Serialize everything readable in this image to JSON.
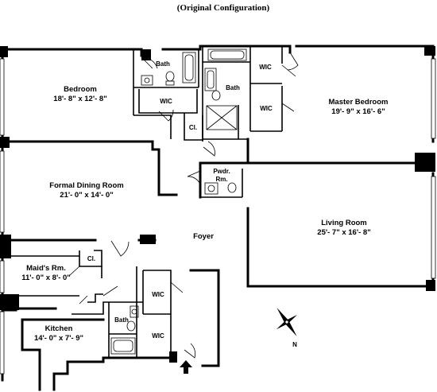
{
  "title": "(Original Configuration)",
  "rooms": {
    "bedroom": {
      "name": "Bedroom",
      "dims": "18'- 8\" x 12'- 8\""
    },
    "master_bedroom": {
      "name": "Master Bedroom",
      "dims": "19'- 9\" x 16'- 6\""
    },
    "dining": {
      "name": "Formal Dining Room",
      "dims": "21'- 0\" x 14'- 0\""
    },
    "living": {
      "name": "Living Room",
      "dims": "25'- 7\" x 16'- 8\""
    },
    "maids": {
      "name": "Maid's Rm.",
      "dims": "11'- 0\" x 8'- 0\""
    },
    "kitchen": {
      "name": "Kitchen",
      "dims": "14'- 0\" x 7'- 9\""
    }
  },
  "small_labels": {
    "bath_bedroom": "Bath",
    "wic_bedroom": "WIC",
    "closet_bedroom": "Cl.",
    "bath_master": "Bath",
    "wic_master_top": "WIC",
    "wic_master_bottom": "WIC",
    "powder_line1": "Pwdr.",
    "powder_line2": "Rm.",
    "foyer": "Foyer",
    "closet_maids": "Cl.",
    "wic_bottom_top": "WIC",
    "wic_bottom_bottom": "WIC",
    "bath_maids": "Bath"
  },
  "compass": {
    "label": "N"
  }
}
